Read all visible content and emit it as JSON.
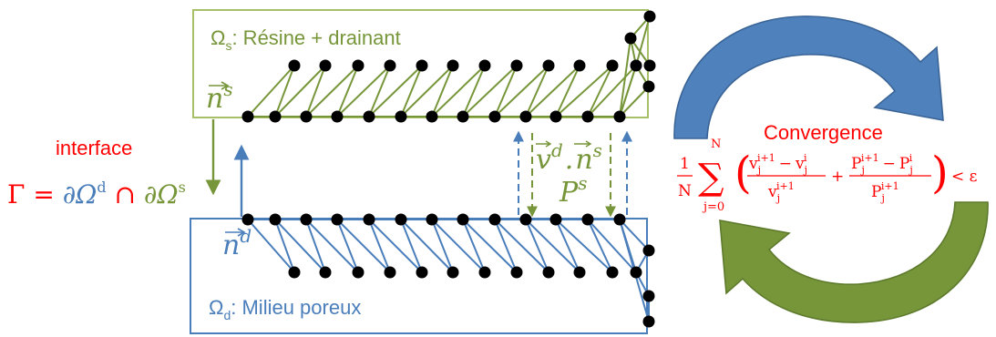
{
  "solid": {
    "label_main": "Ω",
    "label_sub": "s",
    "label_rest": ": Résine + drainant",
    "normal_symbol": "n",
    "normal_sup": "s",
    "color": "#77963A"
  },
  "porous": {
    "label_main": "Ω",
    "label_sub": "d",
    "label_rest": ": Milieu poreux",
    "normal_symbol": "n",
    "normal_sup": "d",
    "color": "#4A7EBB"
  },
  "interface": {
    "label": "interface",
    "eq_gamma": "Γ = ",
    "eq_rest": "∂Ω",
    "eq_d": "d",
    "eq_cap": " ∩ ",
    "eq_partial2": "∂Ω",
    "eq_s": "s",
    "color": "#FF0000"
  },
  "coupling": {
    "velocity_v": "v",
    "velocity_d": "d",
    "velocity_dot": ".",
    "velocity_n": "n",
    "velocity_s": "s",
    "pressure_p": "P",
    "pressure_s": "s"
  },
  "convergence": {
    "title": "Convergence",
    "criterion": {
      "frac_num": "1",
      "frac_den": "N",
      "sum_top": "N",
      "sum_bottom": "j=0",
      "term1_num": "v",
      "term1_den": "v",
      "term2_num": "P",
      "term2_den": "P",
      "rel": "< ε",
      "i1": "i+1",
      "i": "i",
      "j": "j",
      "minus": "−",
      "plus": "+"
    },
    "arrow_top_color": "#4F81BD",
    "arrow_bottom_color": "#77963A",
    "text_color": "#FF0000"
  }
}
